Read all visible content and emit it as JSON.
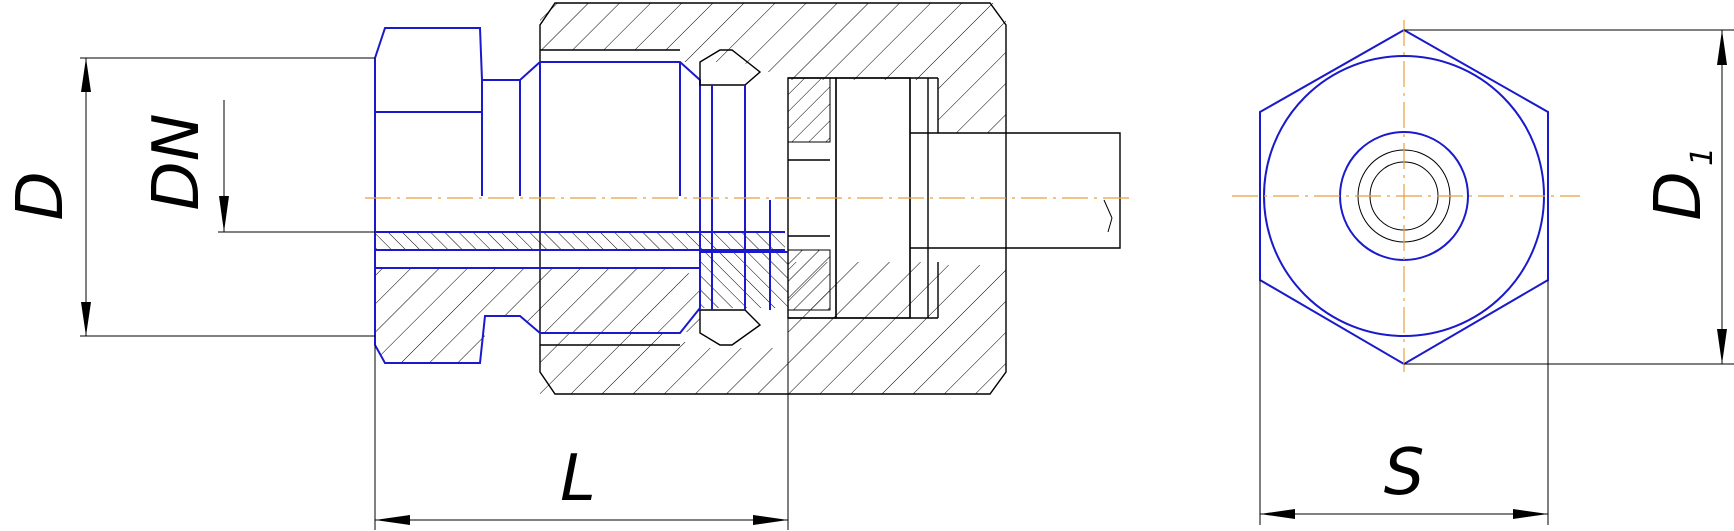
{
  "labels": {
    "D": "D",
    "DN": "DN",
    "L": "L",
    "S": "S",
    "D1_main": "D",
    "D1_sub": "1"
  },
  "colors": {
    "part_outline": "#1a1acc",
    "centerline": "#e8a040",
    "lines": "#000000",
    "background": "#ffffff"
  }
}
